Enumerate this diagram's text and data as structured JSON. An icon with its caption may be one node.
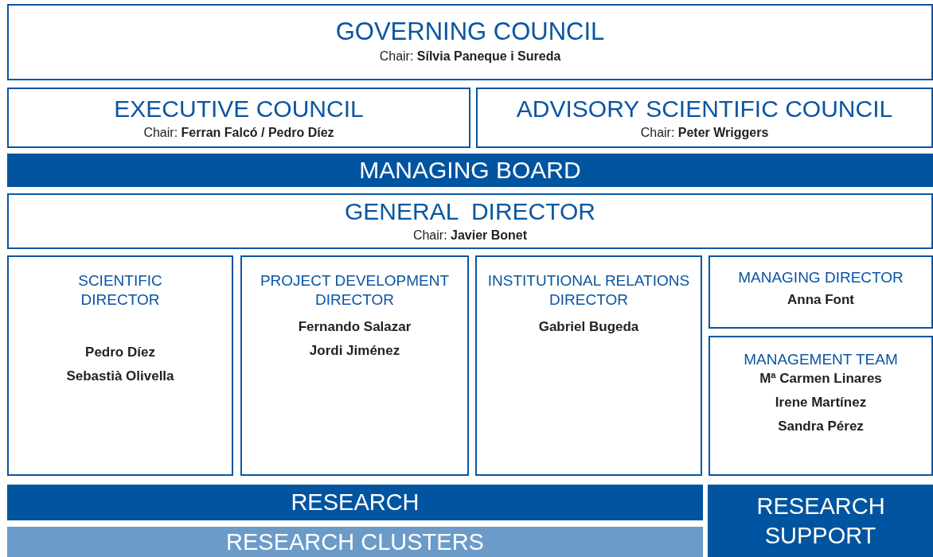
{
  "diagram": {
    "nodes": [
      {
        "text": [
          "GOVERNING COUNCIL",
          "Chair: **Sílvia Paneque i Sureda**"
        ]
      },
      {
        "text": [
          "EXECUTIVE COUNCIL",
          "Chair: **Ferran Falcó / Pedro Díez**"
        ]
      },
      {
        "text": [
          "ADVISORY SCIENTIFIC COUNCIL",
          "Chair: **Peter Wriggers**"
        ]
      },
      {
        "text": [
          "MANAGING BOARD"
        ]
      },
      {
        "text": [
          "GENERAL  DIRECTOR",
          "Chair: **Javier Bonet**"
        ]
      },
      {
        "text": [
          "SCIENTIFIC DIRECTOR",
          "Pedro Díez",
          "Sebastià Olivella"
        ]
      },
      {
        "text": [
          "PROJECT DEVELOPMENT DIRECTOR",
          "Fernando Salazar",
          "Jordi Jiménez"
        ]
      },
      {
        "text": [
          "INSTITUTIONAL RELATIONS DIRECTOR",
          "Gabriel Bugeda"
        ]
      },
      {
        "text": [
          "MANAGING DIRECTOR",
          "Anna Font"
        ]
      },
      {
        "text": [
          "MANAGEMENT TEAM",
          "Mª Carmen Linares",
          "Irene Martínez",
          "Sandra Pérez"
        ]
      },
      {
        "text": [
          "RESEARCH"
        ]
      },
      {
        "text": [
          "RESEARCH CLUSTERS"
        ]
      },
      {
        "text": [
          "RESEARCH SUPPORT"
        ]
      }
    ]
  }
}
